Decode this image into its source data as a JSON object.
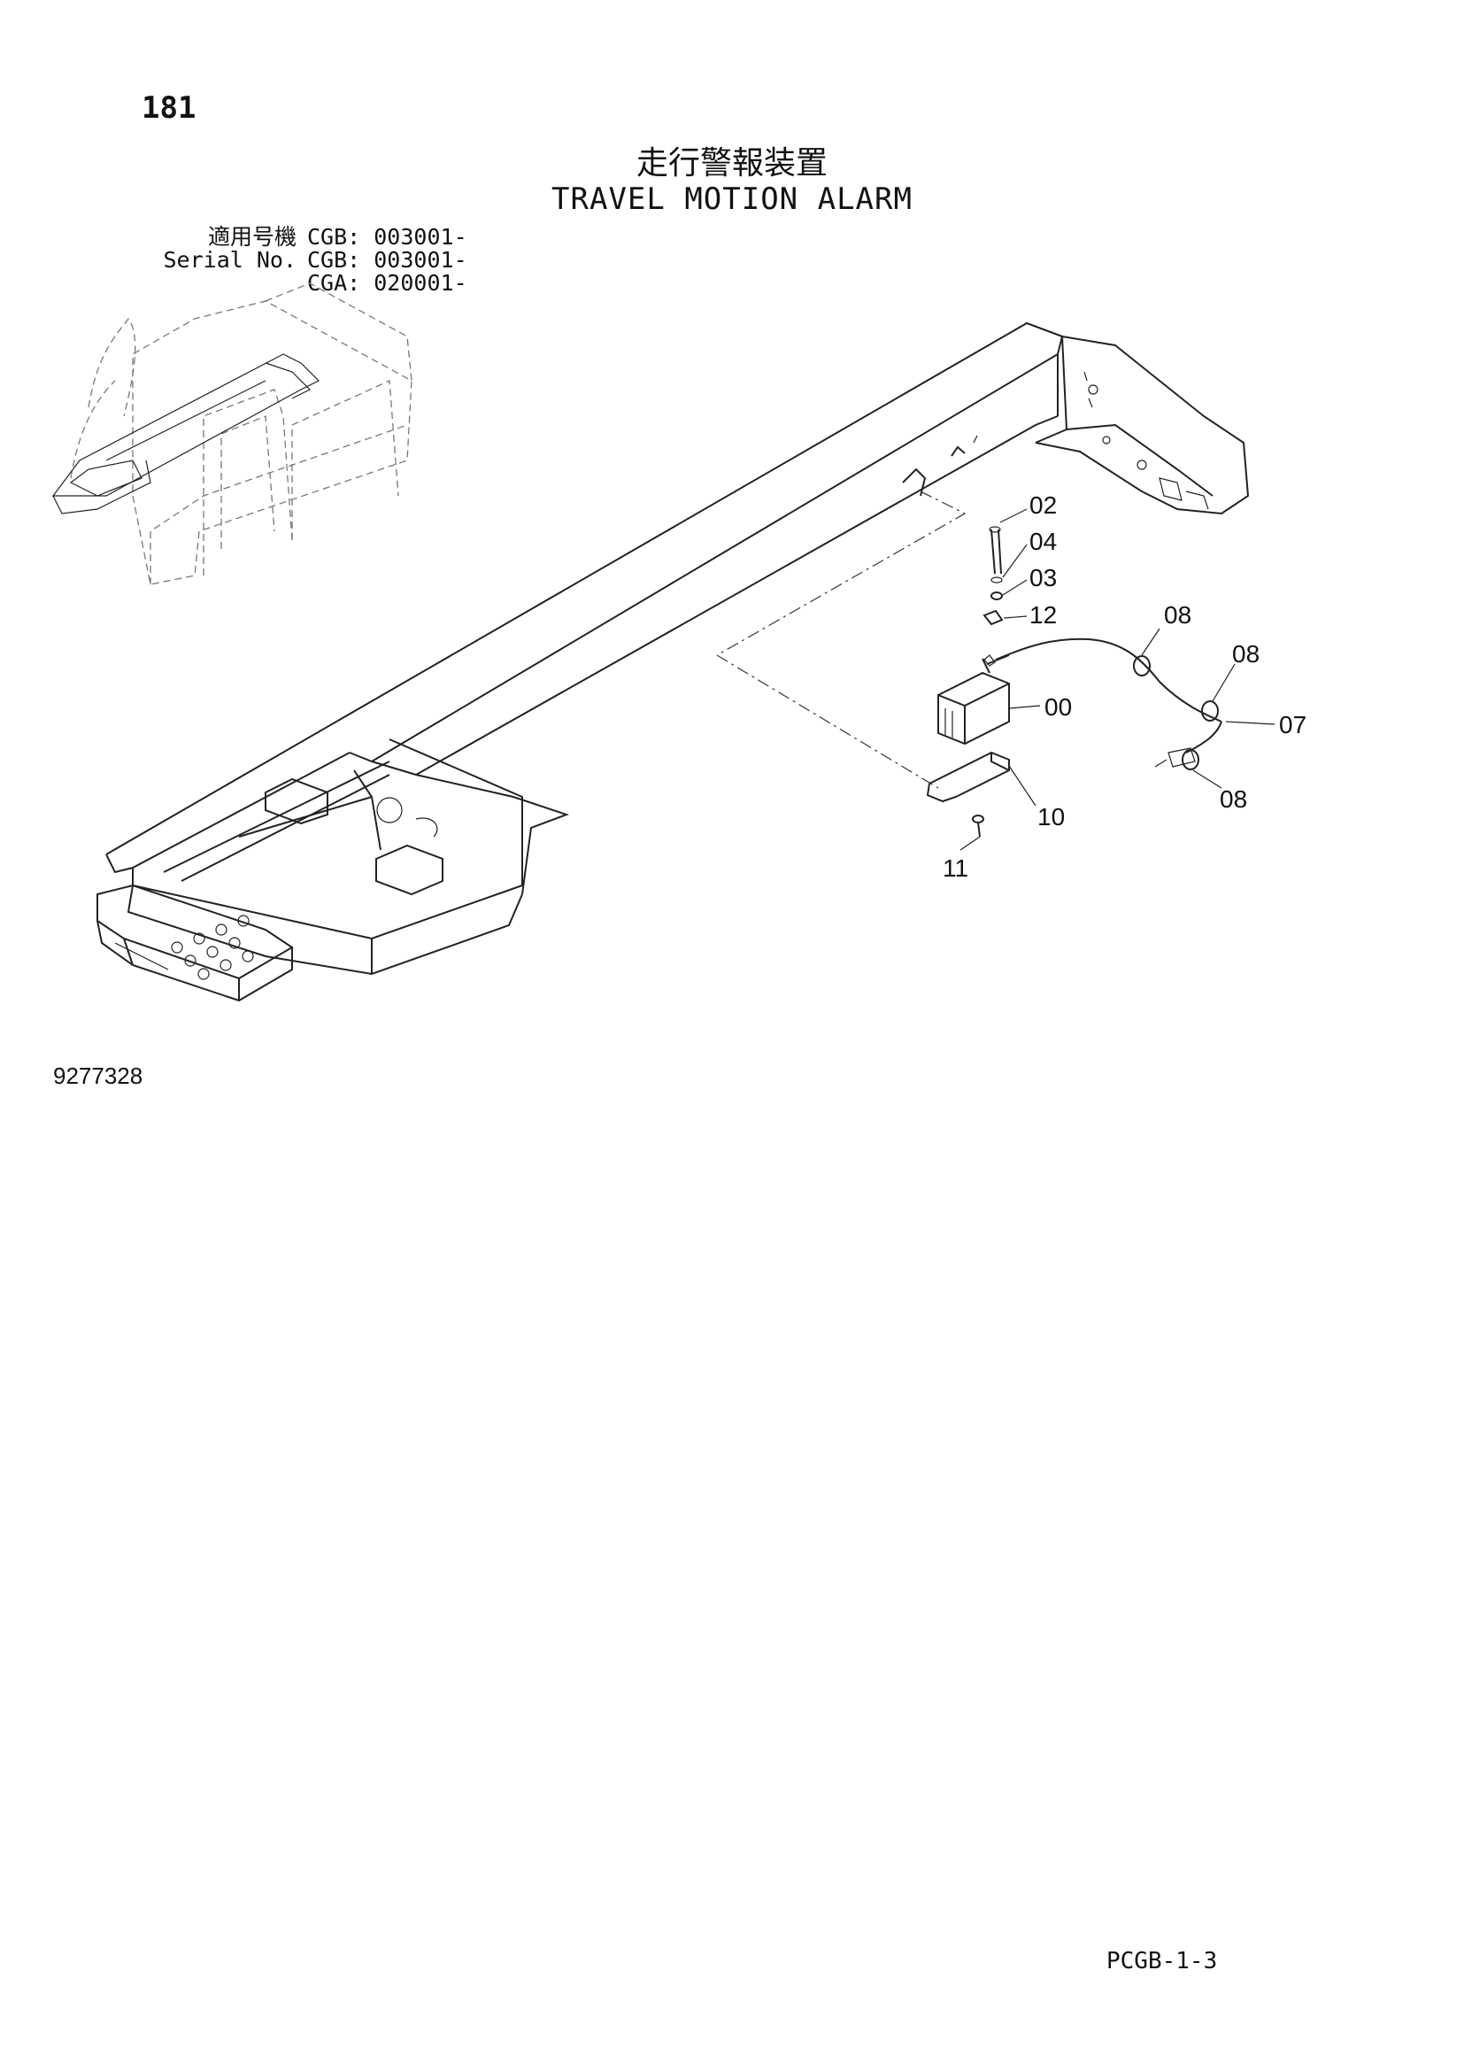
{
  "header": {
    "page_number": "181",
    "title_jp": "走行警報装置",
    "title_en": "TRAVEL MOTION ALARM"
  },
  "serial_info": [
    {
      "label": "適用号機",
      "value": "CGB: 003001-"
    },
    {
      "label": "Serial No.",
      "value": "CGB: 003001-"
    },
    {
      "label": "",
      "value": "CGA: 020001-"
    }
  ],
  "callouts": {
    "c02": "02",
    "c04": "04",
    "c03": "03",
    "c12": "12",
    "c08a": "08",
    "c08b": "08",
    "c00": "00",
    "c07": "07",
    "c08c": "08",
    "c10": "10",
    "c11": "11"
  },
  "footer": {
    "drawing_id": "9277328",
    "page_code": "PCGB-1-3"
  }
}
